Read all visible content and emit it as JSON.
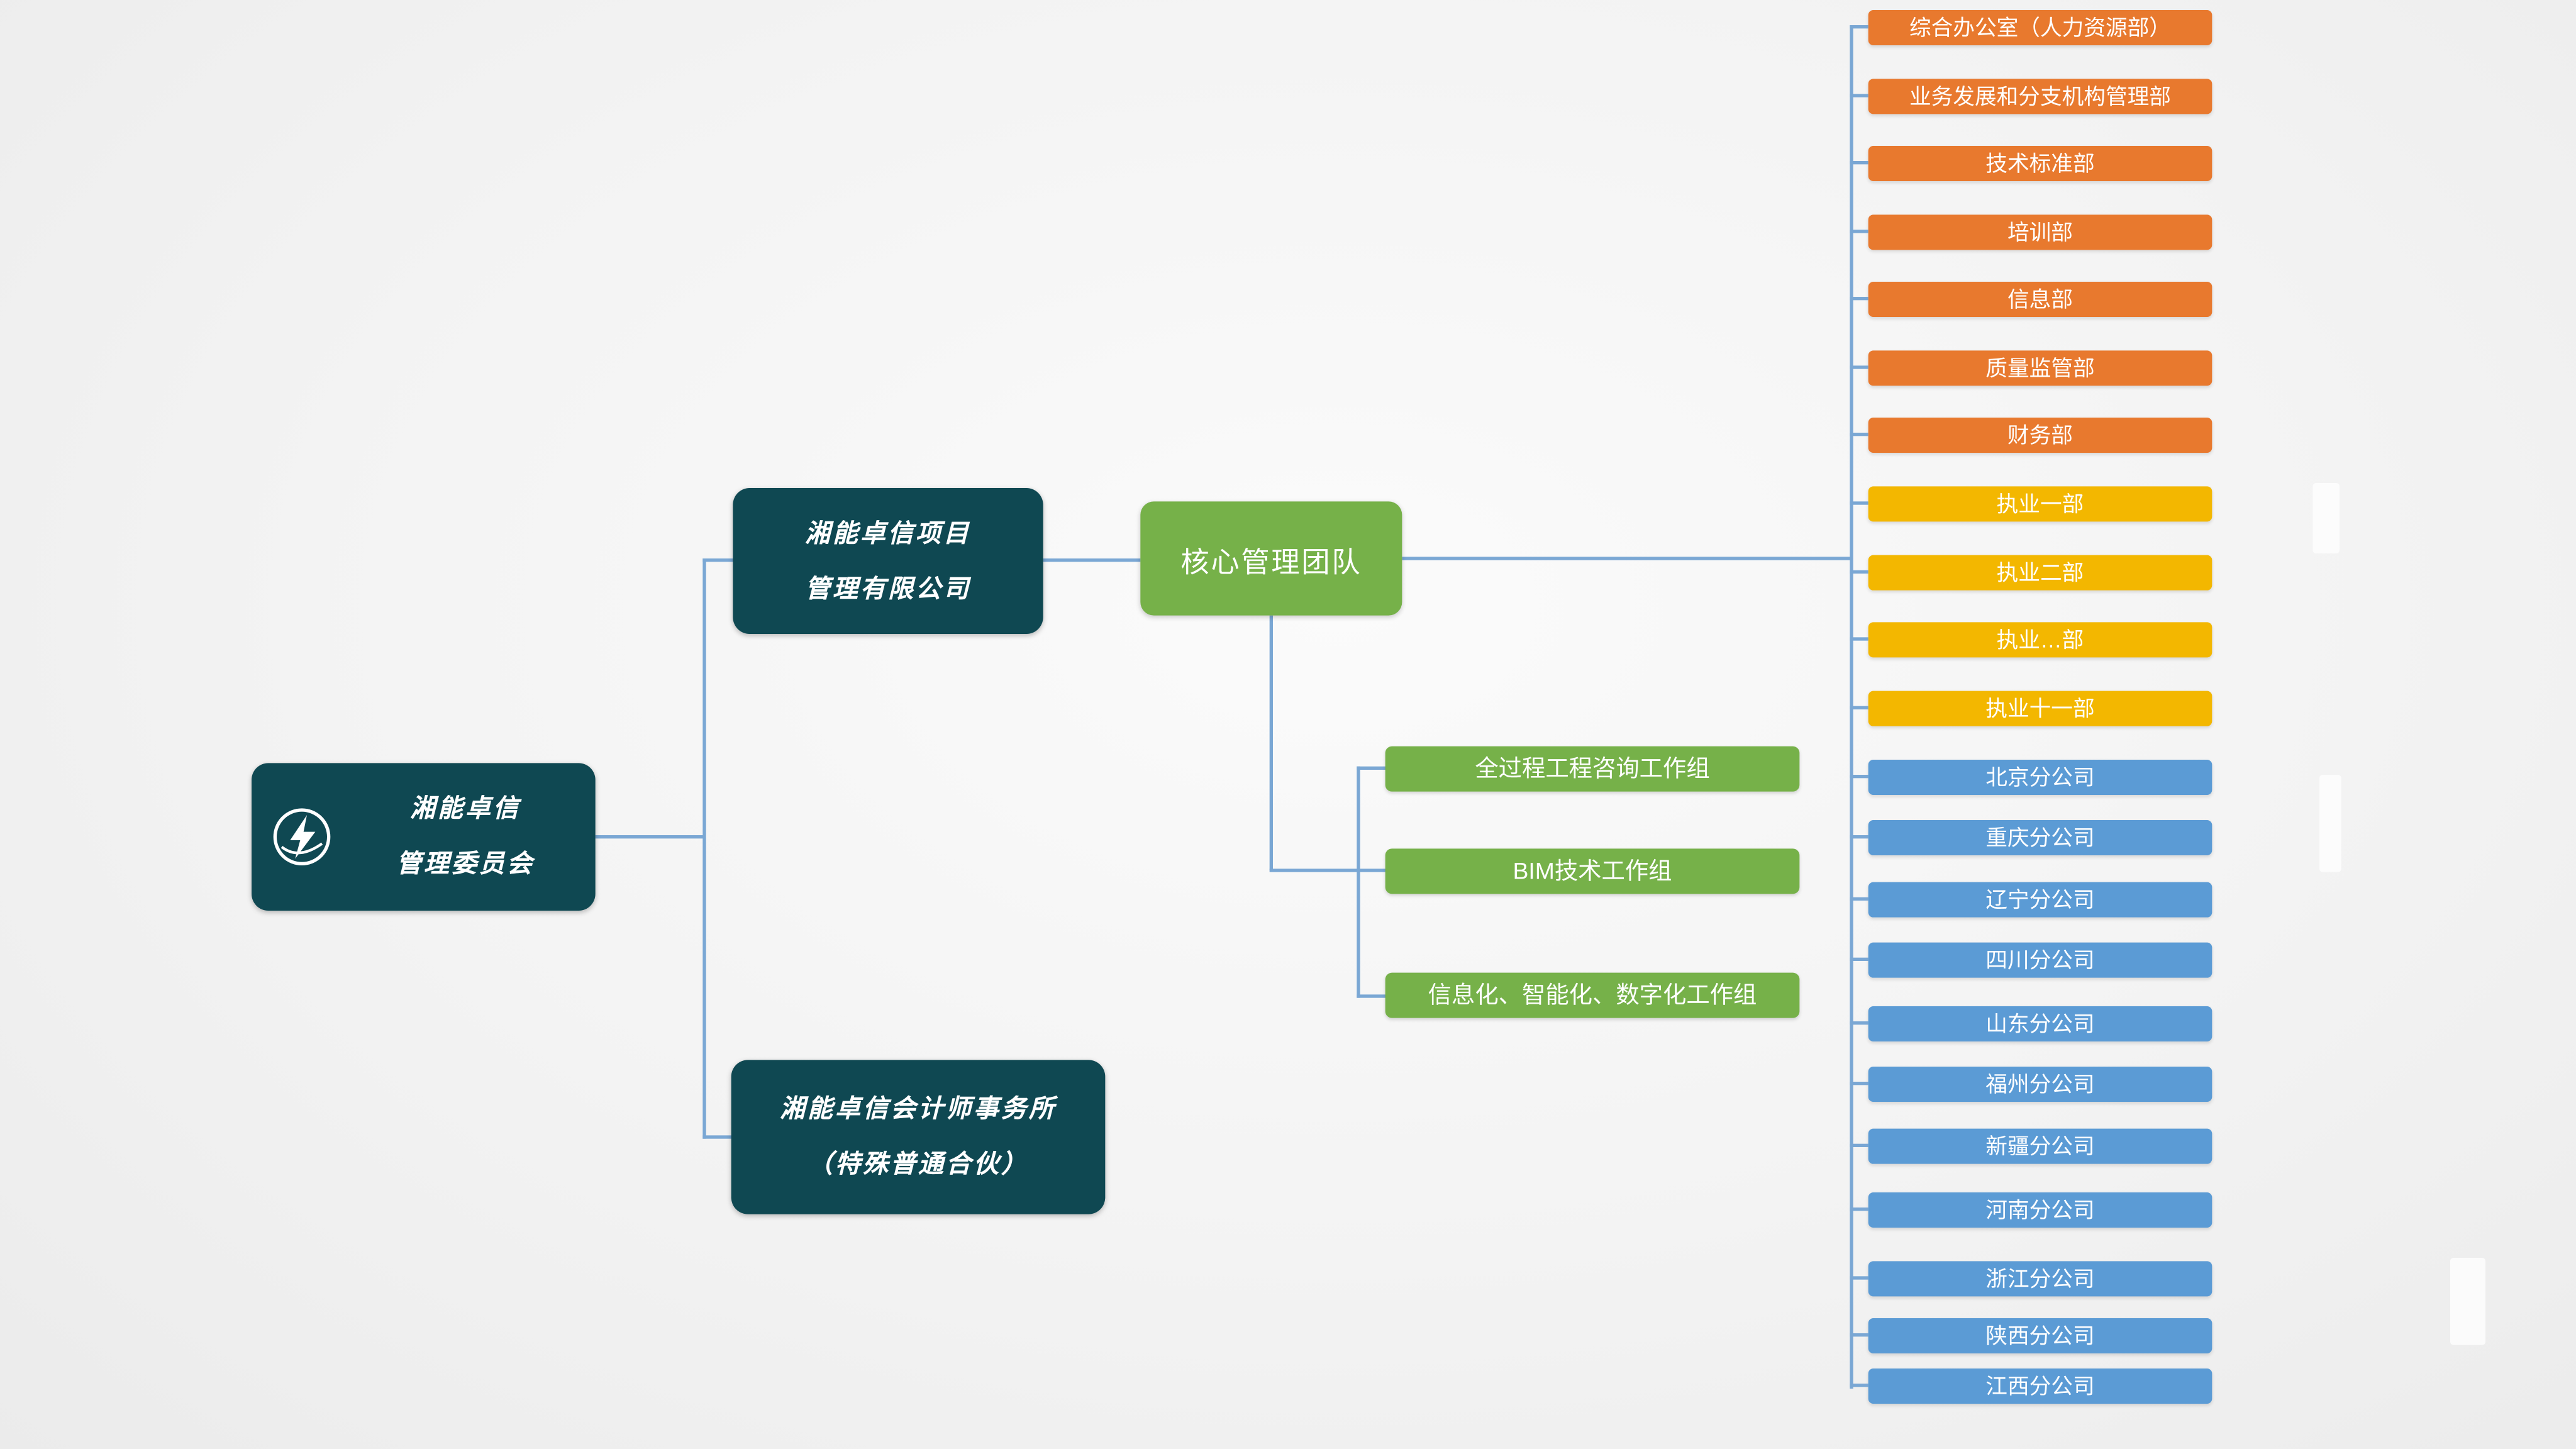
{
  "page": {
    "background_center": "#fbfbfb",
    "background_edge": "#ebebeb"
  },
  "colors": {
    "teal": "#0f4852",
    "green": "#76b149",
    "orange": "#e8792e",
    "yellow": "#f3b700",
    "blue": "#5b9bd5",
    "connector": "#7aa7d4",
    "node_text": "#ffffff"
  },
  "root": {
    "line1": "湘能卓信",
    "line2": "管理委员会",
    "logo_icon": "circle-lightning-logo"
  },
  "subsidiaries": [
    {
      "line1": "湘能卓信项目",
      "line2": "管理有限公司"
    },
    {
      "line1": "湘能卓信会计师事务所",
      "line2": "（特殊普通合伙）"
    }
  ],
  "core_team": {
    "label": "核心管理团队"
  },
  "workgroups": [
    {
      "label": "全过程工程咨询工作组",
      "color": "#76b149"
    },
    {
      "label": "BIM技术工作组",
      "color": "#76b149"
    },
    {
      "label": "信息化、智能化、数字化工作组",
      "color": "#76b149"
    }
  ],
  "departments": [
    {
      "label": "综合办公室（人力资源部）",
      "color": "#e8792e"
    },
    {
      "label": "业务发展和分支机构管理部",
      "color": "#e8792e"
    },
    {
      "label": "技术标准部",
      "color": "#e8792e"
    },
    {
      "label": "培训部",
      "color": "#e8792e"
    },
    {
      "label": "信息部",
      "color": "#e8792e"
    },
    {
      "label": "质量监管部",
      "color": "#e8792e"
    },
    {
      "label": "财务部",
      "color": "#e8792e"
    },
    {
      "label": "执业一部",
      "color": "#f3b700"
    },
    {
      "label": "执业二部",
      "color": "#f3b700"
    },
    {
      "label": "执业…部",
      "color": "#f3b700"
    },
    {
      "label": "执业十一部",
      "color": "#f3b700"
    },
    {
      "label": "北京分公司",
      "color": "#5b9bd5"
    },
    {
      "label": "重庆分公司",
      "color": "#5b9bd5"
    },
    {
      "label": "辽宁分公司",
      "color": "#5b9bd5"
    },
    {
      "label": "四川分公司",
      "color": "#5b9bd5"
    },
    {
      "label": "山东分公司",
      "color": "#5b9bd5"
    },
    {
      "label": "福州分公司",
      "color": "#5b9bd5"
    },
    {
      "label": "新疆分公司",
      "color": "#5b9bd5"
    },
    {
      "label": "河南分公司",
      "color": "#5b9bd5"
    },
    {
      "label": "浙江分公司",
      "color": "#5b9bd5"
    },
    {
      "label": "陕西分公司",
      "color": "#5b9bd5"
    },
    {
      "label": "江西分公司",
      "color": "#5b9bd5"
    }
  ]
}
